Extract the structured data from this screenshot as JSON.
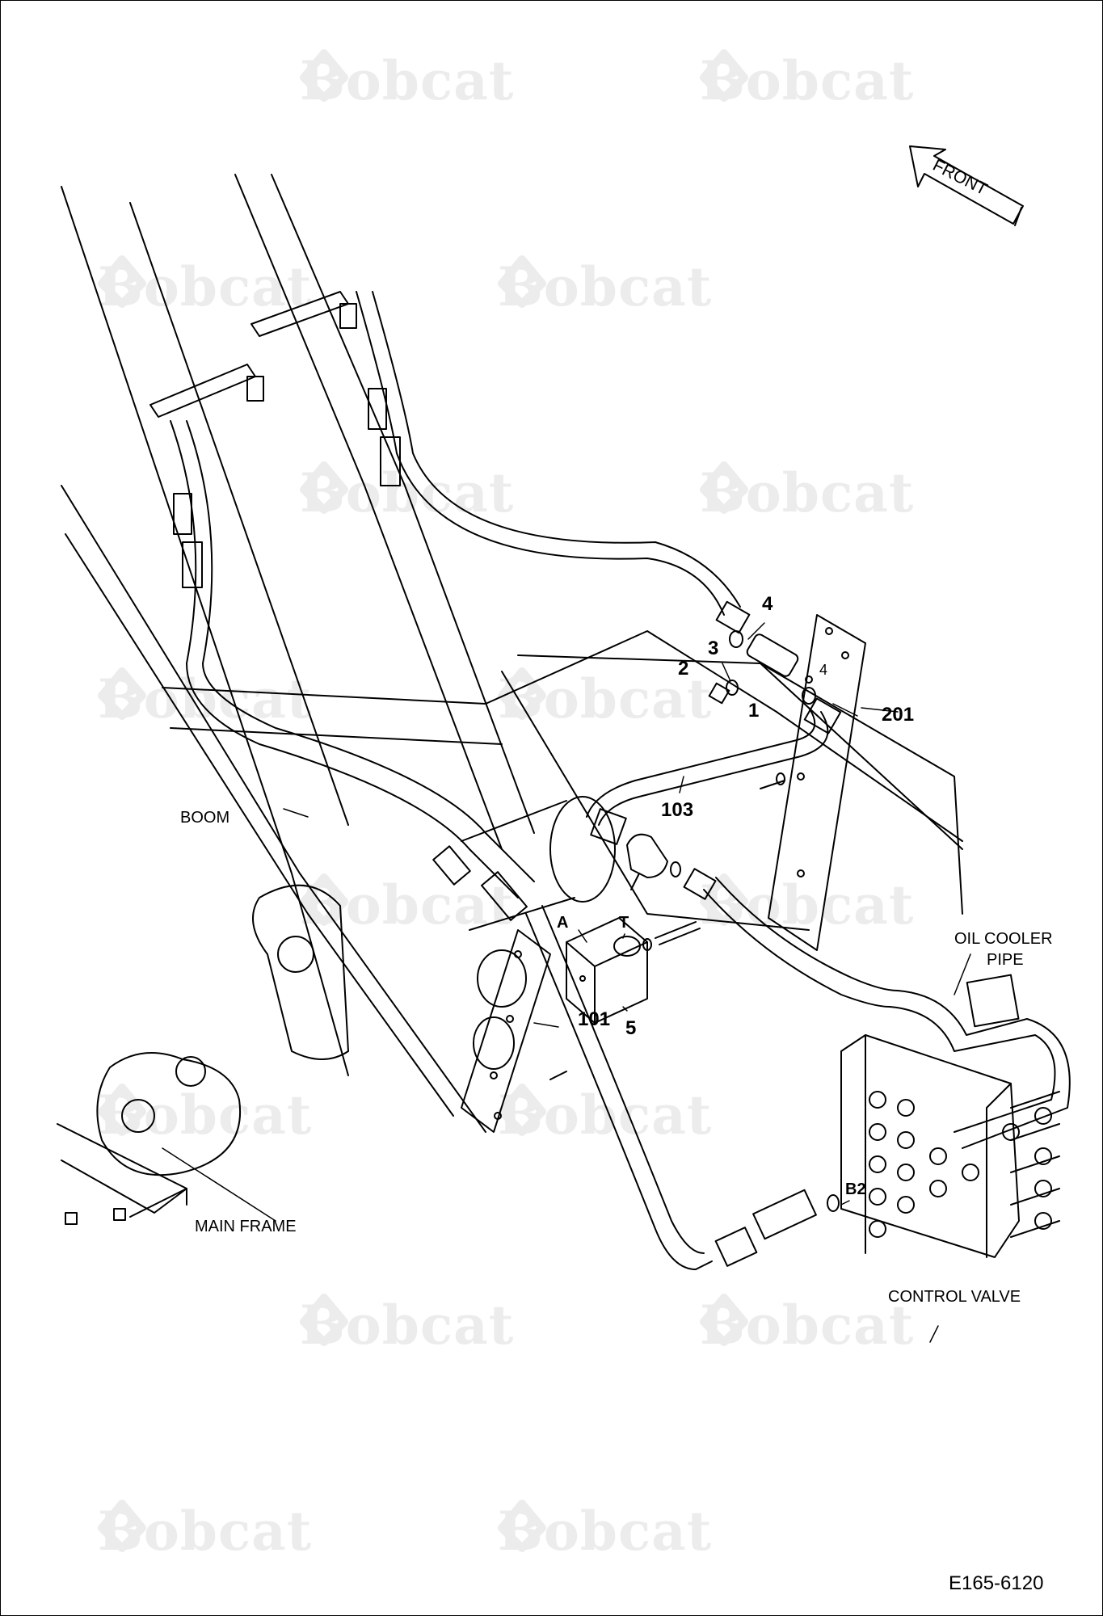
{
  "watermark": {
    "brand": "Bobcat",
    "trademark": "®",
    "color": "#ececec"
  },
  "diagram": {
    "drawing_number": "E165-6120",
    "direction_arrow": "FRONT",
    "callouts": {
      "part_1": "1",
      "part_2": "2",
      "part_3": "3",
      "part_4_upper": "4",
      "part_4_lower": "4",
      "part_5": "5",
      "part_101": "101",
      "part_103": "103",
      "part_201": "201",
      "port_a": "A",
      "port_t": "T",
      "port_b2": "B2"
    },
    "component_labels": {
      "boom": "BOOM",
      "main_frame": "MAIN FRAME",
      "oil_cooler_line1": "OIL COOLER",
      "oil_cooler_line2": "PIPE",
      "control_valve": "CONTROL VALVE"
    }
  }
}
